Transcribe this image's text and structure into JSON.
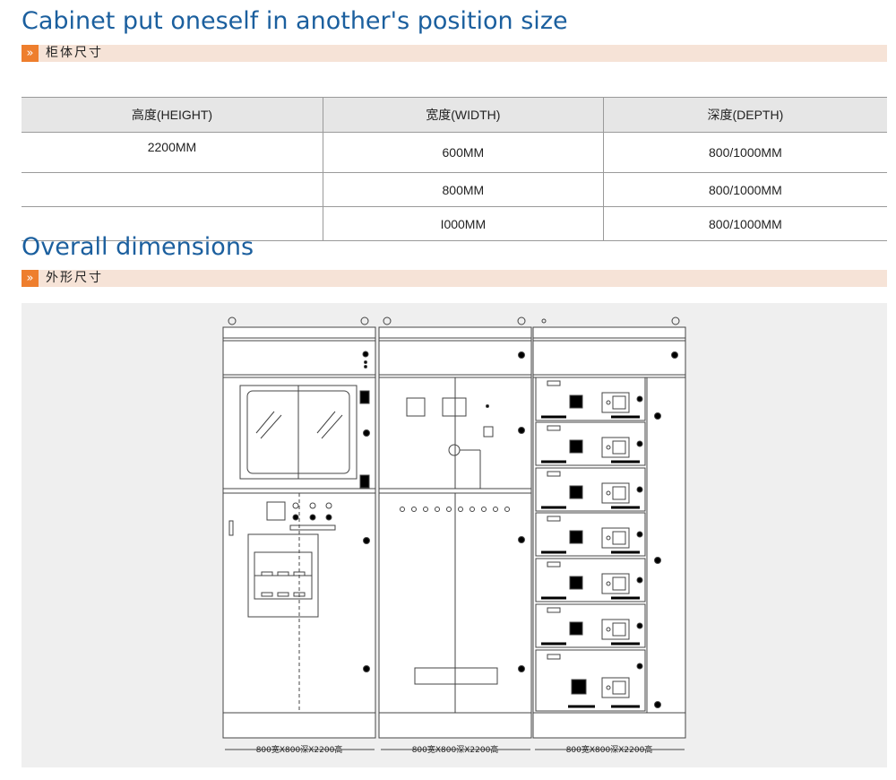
{
  "section1": {
    "title": "Cabinet put oneself in another's position size",
    "subtitle": "柜体尺寸",
    "chevron_icon": "double-chevron-right-icon"
  },
  "size_table": {
    "headers": [
      "高度(HEIGHT)",
      "宽度(WIDTH)",
      "深度(DEPTH)"
    ],
    "rows": [
      [
        "2200MM",
        "600MM",
        "800/1000MM"
      ],
      [
        "",
        "800MM",
        "800/1000MM"
      ],
      [
        "",
        "I000MM",
        "800/1000MM"
      ]
    ]
  },
  "section2": {
    "title": "Overall dimensions",
    "subtitle": "外形尺寸",
    "chevron_icon": "double-chevron-right-icon"
  },
  "drawing": {
    "dimension_labels": [
      "800宽X800深X2200高",
      "800宽X800深X2200高",
      "800宽X800深X2200高"
    ]
  },
  "colors": {
    "title_blue": "#1b5f9e",
    "accent_orange": "#ee7e2d",
    "subbar_bg": "#f6e3d7",
    "table_header_bg": "#e6e6e6",
    "drawing_bg": "#efefef"
  }
}
